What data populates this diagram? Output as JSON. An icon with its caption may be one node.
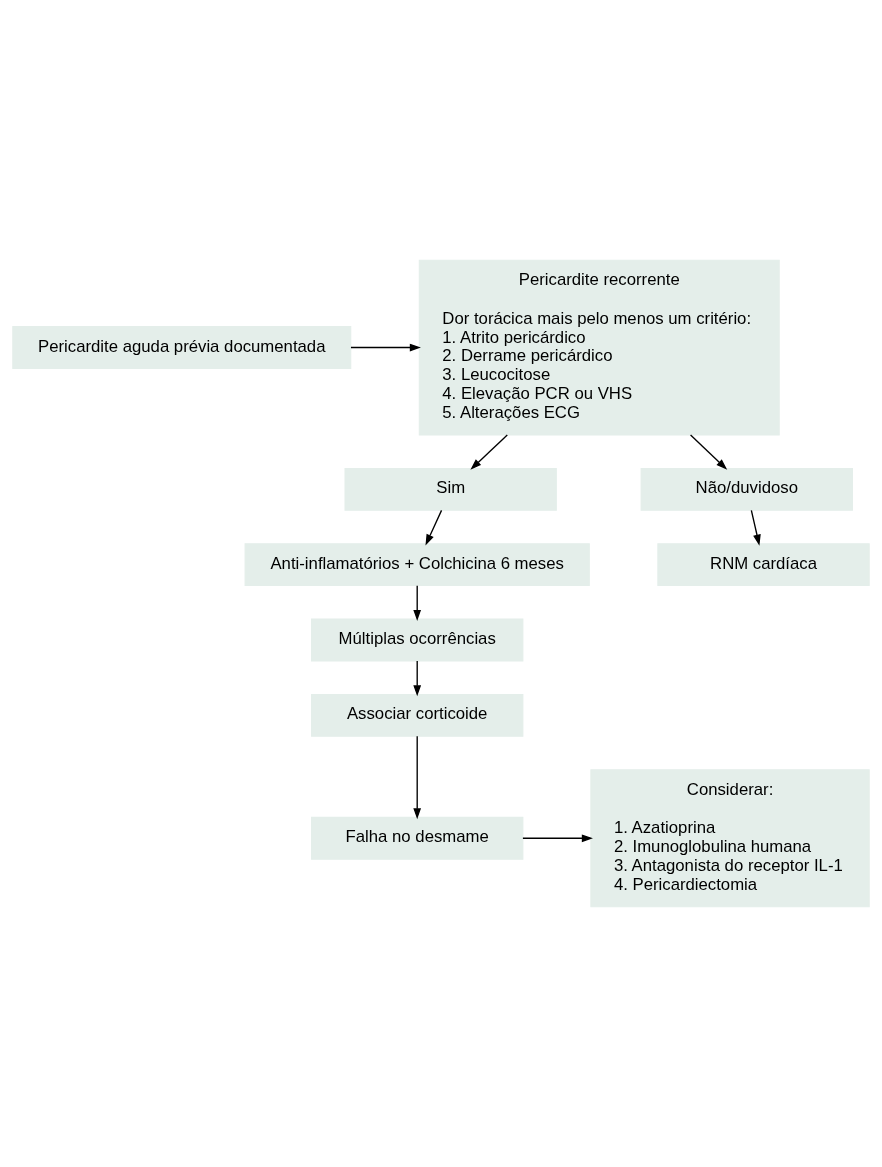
{
  "diagram": {
    "nodes": [
      {
        "text": [
          "Pericardite aguda prévia documentada"
        ]
      },
      {
        "text": [
          "Pericardite recorrente",
          "Dor torácica mais pelo menos um critério:",
          "1. Atrito pericárdico",
          "2. Derrame pericárdico",
          "3. Leucocitose",
          "4. Elevação PCR ou VHS",
          "5. Alterações ECG"
        ]
      },
      {
        "text": [
          "Sim"
        ]
      },
      {
        "text": [
          "Não/duvidoso"
        ]
      },
      {
        "text": [
          "Anti-inflamatórios + Colchicina 6 meses"
        ]
      },
      {
        "text": [
          "RNM cardíaca"
        ]
      },
      {
        "text": [
          "Múltiplas ocorrências"
        ]
      },
      {
        "text": [
          "Associar corticoide"
        ]
      },
      {
        "text": [
          "Falha no desmame"
        ]
      },
      {
        "text": [
          "Considerar:",
          "1. Azatioprina",
          "2. Imunoglobulina humana",
          "3. Antagonista do receptor IL-1",
          "4. Pericardiectomia"
        ]
      }
    ],
    "edges": [
      {
        "from": 0,
        "to": 1,
        "arrow": "to"
      },
      {
        "from": 1,
        "to": 2,
        "arrow": "to"
      },
      {
        "from": 1,
        "to": 3,
        "arrow": "to"
      },
      {
        "from": 2,
        "to": 4,
        "arrow": "to"
      },
      {
        "from": 3,
        "to": 5,
        "arrow": "to"
      },
      {
        "from": 4,
        "to": 6,
        "arrow": "to"
      },
      {
        "from": 6,
        "to": 7,
        "arrow": "to"
      },
      {
        "from": 7,
        "to": 8,
        "arrow": "to"
      },
      {
        "from": 8,
        "to": 9,
        "arrow": "to"
      }
    ]
  }
}
